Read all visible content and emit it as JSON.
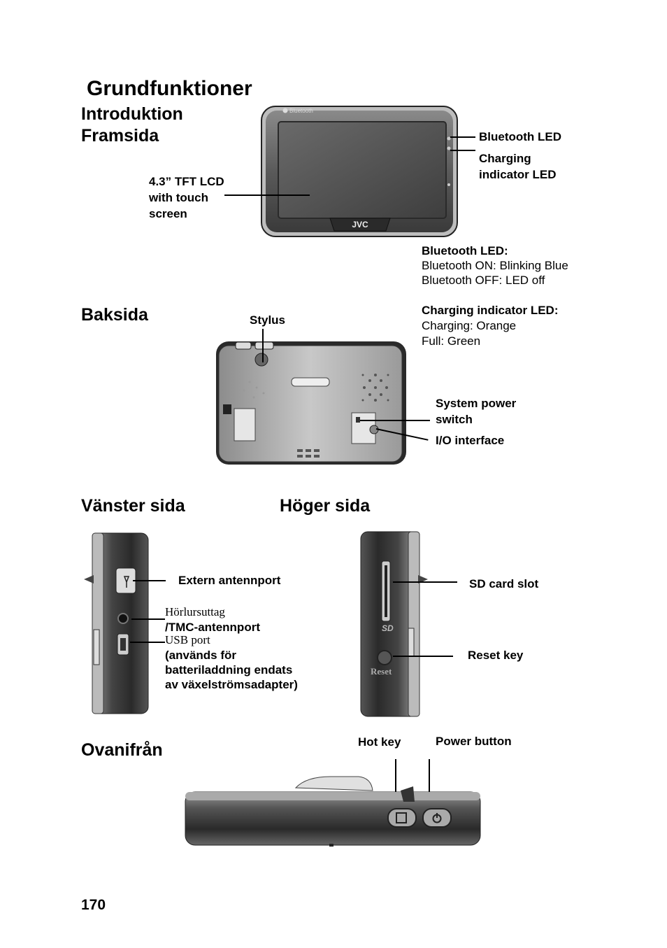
{
  "title": "Grundfunktioner",
  "sections": {
    "intro": "Introduktion",
    "front": "Framsida",
    "back": "Baksida",
    "left": "Vänster sida",
    "right": "Höger sida",
    "top": "Ovanifrån"
  },
  "front_device": {
    "bluetooth_text": "Bluetooth",
    "brand": "JVC"
  },
  "front_labels": {
    "lcd": [
      "4.3” TFT LCD",
      "with touch",
      "screen"
    ],
    "bt_led": "Bluetooth LED",
    "charging_led": [
      "Charging",
      "indicator LED"
    ]
  },
  "bt_info": {
    "heading": "Bluetooth LED:",
    "lines": [
      "Bluetooth ON: Blinking Blue",
      "Bluetooth OFF: LED off"
    ]
  },
  "charge_info": {
    "heading": "Charging indicator LED:",
    "lines": [
      "Charging: Orange",
      "Full: Green"
    ]
  },
  "back_labels": {
    "stylus": "Stylus",
    "power_switch": [
      "System power",
      "switch"
    ],
    "io": "I/O interface"
  },
  "left_labels": {
    "antenna": "Extern antennport",
    "headphone": "Hörlursuttag",
    "tmc": "/TMC-antennport",
    "usb": "USB port",
    "usb_note": [
      "(används för",
      "batteriladdning endats",
      "av växelströmsadapter)"
    ]
  },
  "right_labels": {
    "sd": "SD card slot",
    "reset": "Reset key",
    "reset_text": "Reset",
    "sd_logo": "SD"
  },
  "top_labels": {
    "hot_key": "Hot key",
    "power": "Power button"
  },
  "page_number": "170"
}
